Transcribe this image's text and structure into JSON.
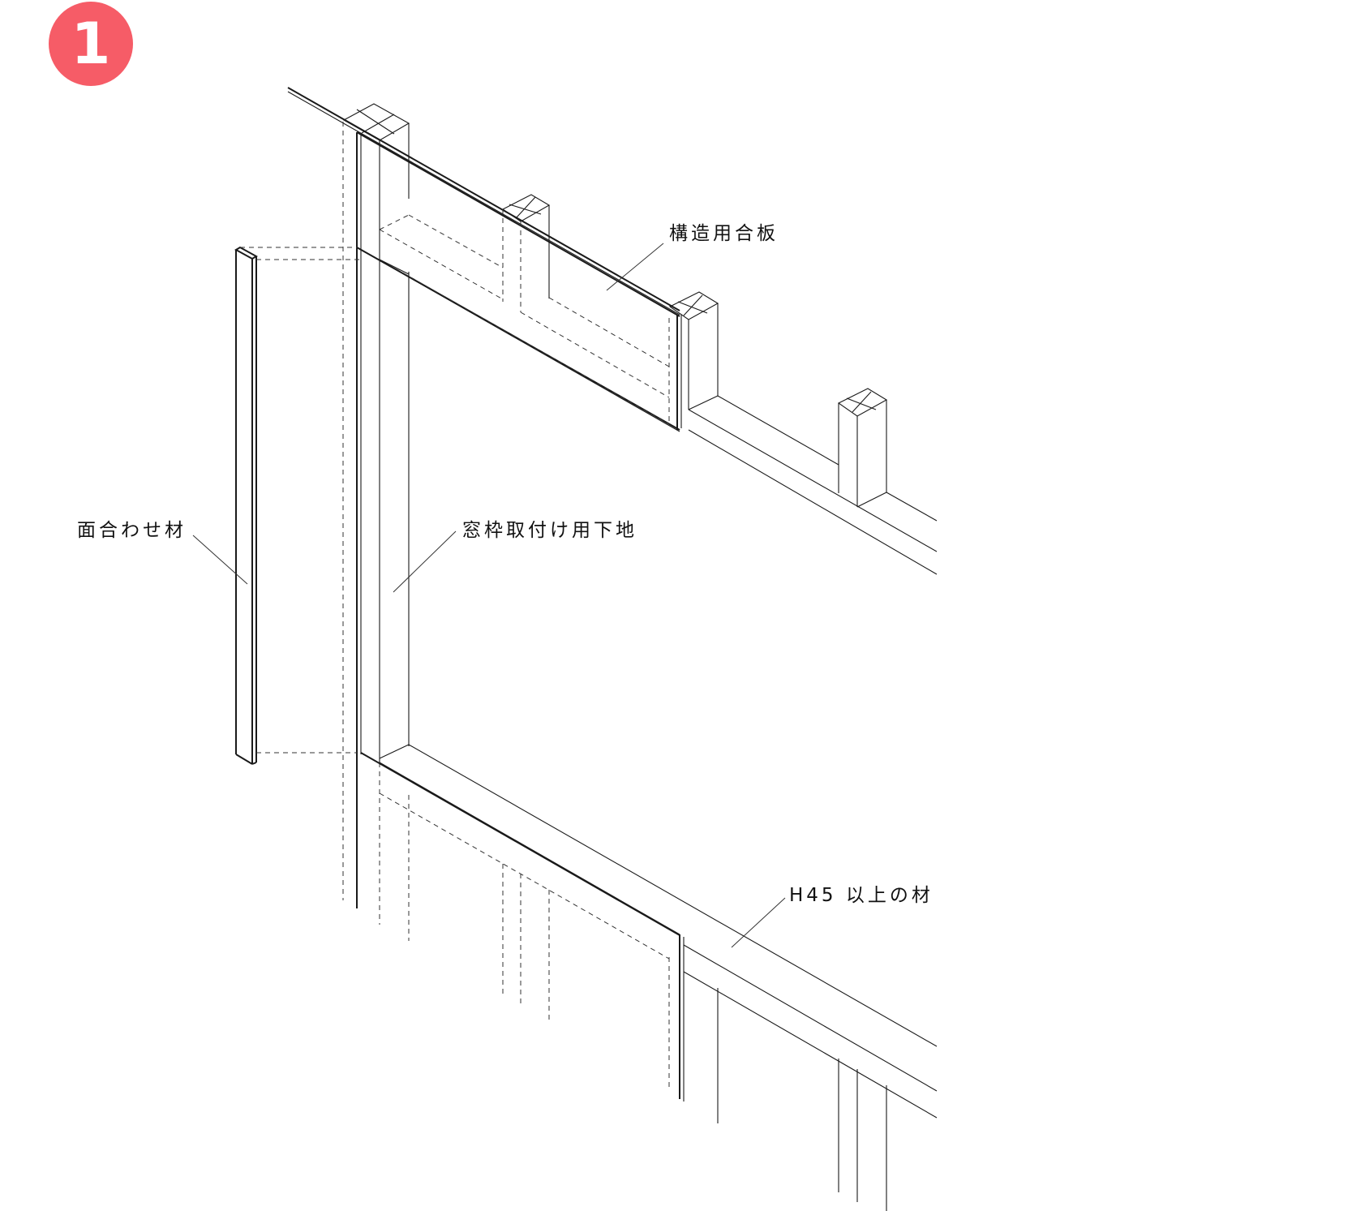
{
  "figure": {
    "step_number": "1",
    "badge_color": "#f65c67",
    "labels": {
      "structural_plywood": "構造用合板",
      "facing_material": "面合わせ材",
      "window_frame_base": "窓枠取付け用下地",
      "h45_material": "H45 以上の材"
    }
  }
}
